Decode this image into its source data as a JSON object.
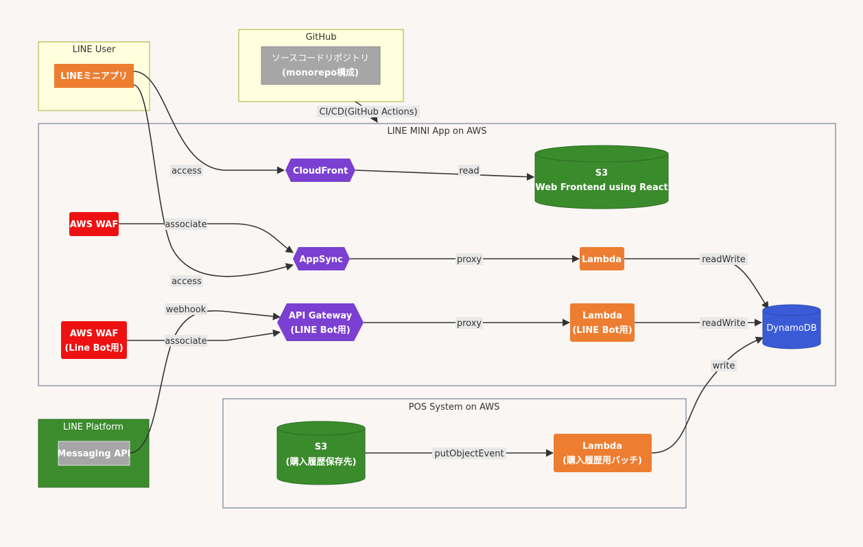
{
  "clusters": {
    "line_user": "LINE User",
    "github": "GitHub",
    "aws_app": "LINE MINI App on AWS",
    "line_platform": "LINE Platform",
    "pos": "POS System on AWS"
  },
  "nodes": {
    "mini_app": "LINEミニアプリ",
    "repo_line1": "ソースコードリポジトリ",
    "repo_line2": "(monorepo構成)",
    "cloudfront": "CloudFront",
    "s3_web_line1": "S3",
    "s3_web_line2": "(Web Frontend using React)",
    "waf1": "AWS WAF",
    "appsync": "AppSync",
    "lambda1": "Lambda",
    "waf2_line1": "AWS WAF",
    "waf2_line2": "(Line Bot用)",
    "apigw_line1": "API Gateway",
    "apigw_line2": "(LINE Bot用)",
    "lambda2_line1": "Lambda",
    "lambda2_line2": "(LINE Bot用)",
    "dynamodb": "DynamoDB",
    "messaging_api": "Messaging API",
    "s3_pos_line1": "S3",
    "s3_pos_line2": "(購入履歴保存先)",
    "lambda3_line1": "Lambda",
    "lambda3_line2": "(購入履歴用バッチ)"
  },
  "edges": {
    "cicd": "CI/CD(GitHub Actions)",
    "access1": "access",
    "read": "read",
    "associate1": "associate",
    "proxy1": "proxy",
    "readwrite1": "readWrite",
    "access2": "access",
    "webhook": "webhook",
    "associate2": "associate",
    "proxy2": "proxy",
    "readwrite2": "readWrite",
    "write": "write",
    "put_object_event": "putObjectEvent"
  },
  "colors": {
    "background": "#f9f6f3",
    "cluster_yellow": "#ffffde",
    "cluster_yellow_border": "#aaaa33",
    "cluster_green": "#3c8c2e",
    "orange": "#ed7d31",
    "purple": "#7b3fd1",
    "green": "#3a8b2c",
    "red": "#ee1111",
    "gray": "#a6a6a6",
    "blue": "#3b5bd6"
  }
}
